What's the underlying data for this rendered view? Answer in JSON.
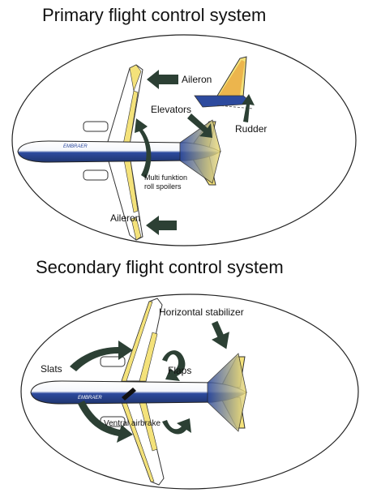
{
  "primary": {
    "title": "Primary flight control system",
    "labels": {
      "aileron_top": "Aileron",
      "elevators": "Elevators",
      "rudder": "Rudder",
      "spoilers_line1": "Multi funktion",
      "spoilers_line2": "roll spoilers",
      "aileron_bottom": "Aileron"
    }
  },
  "secondary": {
    "title": "Secondary flight control system",
    "labels": {
      "horizontal_stabilizer": "Horizontal stabilizer",
      "slats": "Slats",
      "flaps": "Flaps",
      "ventral_airbrake": "Ventral airbrake"
    }
  },
  "colors": {
    "fuselage_blue": "#2d4a9e",
    "surface_yellow": "#f4e27a",
    "arrow_green": "#2c4034",
    "outline": "#222222"
  }
}
